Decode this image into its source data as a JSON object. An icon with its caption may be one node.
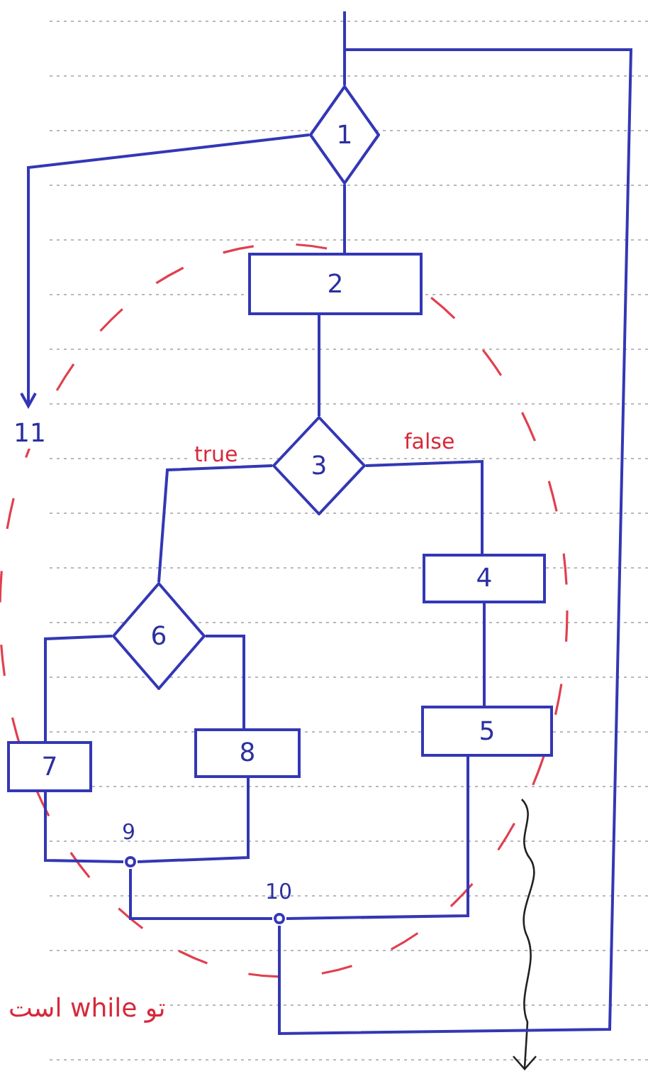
{
  "diagram": {
    "nodes": [
      {
        "text": [
          "1"
        ]
      },
      {
        "text": [
          "2"
        ]
      },
      {
        "text": [
          "3"
        ]
      },
      {
        "text": [
          "4"
        ]
      },
      {
        "text": [
          "5"
        ]
      },
      {
        "text": [
          "6"
        ]
      },
      {
        "text": [
          "7"
        ]
      },
      {
        "text": [
          "8"
        ]
      },
      {
        "text": [],
        "shape": "circle",
        "beside": [
          "9"
        ]
      },
      {
        "text": [],
        "shape": "circle",
        "beside": [
          "10"
        ]
      },
      {
        "text": [
          "11"
        ]
      }
    ],
    "edges": [
      {
        "from": null,
        "to": 0,
        "arrow": "none"
      },
      {
        "from": 0,
        "to": 1,
        "arrow": "none"
      },
      {
        "from": 0,
        "to": 10,
        "arrow": "to"
      },
      {
        "from": 1,
        "to": 2,
        "arrow": "none"
      },
      {
        "from": 2,
        "to": 5,
        "arrow": "none",
        "label": "true"
      },
      {
        "from": 2,
        "to": 3,
        "arrow": "none",
        "label": "false"
      },
      {
        "from": 3,
        "to": 4,
        "arrow": "none"
      },
      {
        "from": 5,
        "to": 6,
        "arrow": "none"
      },
      {
        "from": 5,
        "to": 7,
        "arrow": "none"
      },
      {
        "from": 6,
        "to": 8,
        "arrow": "none"
      },
      {
        "from": 7,
        "to": 8,
        "arrow": "none"
      },
      {
        "from": 8,
        "to": 9,
        "arrow": "none"
      },
      {
        "from": 4,
        "to": 9,
        "arrow": "none"
      },
      {
        "from": 9,
        "to": 0,
        "arrow": "none"
      }
    ],
    "labels": [
      "تو while است"
    ]
  }
}
